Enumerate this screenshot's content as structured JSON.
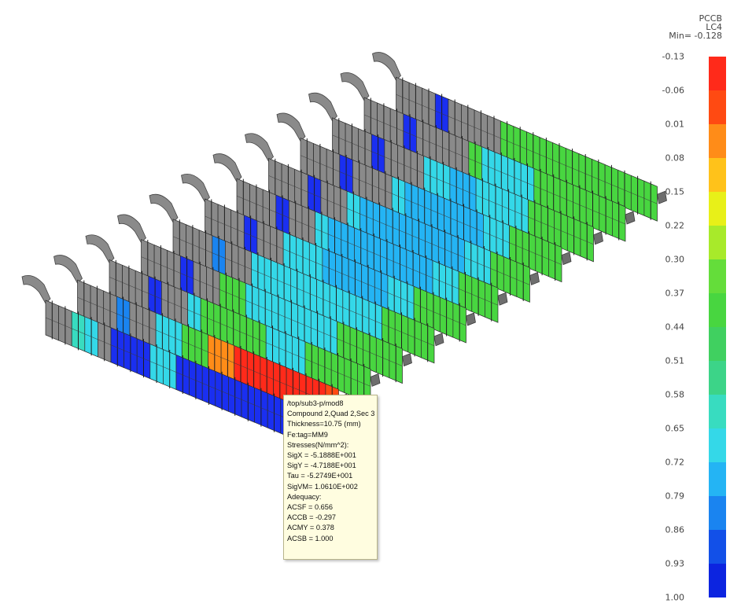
{
  "legend": {
    "title": "PCCB",
    "subtitle": "LC4",
    "min_text": "Min= -0.128",
    "ticks": [
      "-0.13",
      "-0.06",
      "0.01",
      "0.08",
      "0.15",
      "0.22",
      "0.30",
      "0.37",
      "0.44",
      "0.51",
      "0.58",
      "0.65",
      "0.72",
      "0.79",
      "0.86",
      "0.93",
      "1.00"
    ],
    "colors": [
      "#ff2a1a",
      "#ff4a12",
      "#ff8c18",
      "#ffc21a",
      "#e8f018",
      "#a8ea2a",
      "#64dd3a",
      "#48d640",
      "#40d060",
      "#3cd488",
      "#38dcc0",
      "#34d8e8",
      "#24b4f4",
      "#1a84f0",
      "#1250e8",
      "#0c24e0"
    ]
  },
  "tooltip": {
    "lines": [
      "/top/sub3-p/mod8",
      "Compound 2,Quad 2,Sec 3",
      "Thickness=10.75 (mm)",
      "Fe:tag=MM9",
      "Stresses(N/mm^2):",
      "SigX = -5.1888E+001",
      "SigY = -4.7188E+001",
      "Tau = -5.2749E+001",
      "SigVM= 1.0610E+002",
      "Adequacy:",
      "ACSF = 0.656",
      "ACCB = -0.297",
      "ACMY = 0.378",
      "ACSB = 1.000"
    ]
  },
  "model": {
    "gray_color": "#8a8a8a",
    "strips": [
      [
        "#8a8a8a",
        "#8a8a8a",
        "#38dcc0",
        "#34d8e8",
        "#8a8a8a",
        "#1a2ff0",
        "#1a2ff0",
        "#1a2ff0",
        "#34d8e8",
        "#34d8e8",
        "#1a2ff0",
        "#1a2ff0",
        "#1a2ff0",
        "#1a2ff0",
        "#1a2ff0",
        "#1a2ff0",
        "#1a2ff0",
        "#1a2ff0",
        "#1a2ff0",
        "#1a2ff0"
      ],
      [
        "#8a8a8a",
        "#8a8a8a",
        "#8a8a8a",
        "#1a84f0",
        "#8a8a8a",
        "#8a8a8a",
        "#34d8e8",
        "#34d8e8",
        "#48d640",
        "#48d640",
        "#ff8c18",
        "#ff8c18",
        "#ff2a1a",
        "#ff2a1a",
        "#ff2a1a",
        "#ff2a1a",
        "#ff2a1a",
        "#ff2a1a",
        "#ff2a1a",
        "#ff4a12"
      ],
      [
        "#8a8a8a",
        "#8a8a8a",
        "#8a8a8a",
        "#1a2ff0",
        "#8a8a8a",
        "#8a8a8a",
        "#34d8e8",
        "#48d640",
        "#48d640",
        "#48d640",
        "#48d640",
        "#48d640",
        "#34d8e8",
        "#34d8e8",
        "#34d8e8",
        "#48d640",
        "#48d640",
        "#48d640",
        "#48d640",
        "#48d640"
      ],
      [
        "#8a8a8a",
        "#8a8a8a",
        "#8a8a8a",
        "#1a2ff0",
        "#8a8a8a",
        "#8a8a8a",
        "#48d640",
        "#48d640",
        "#34d8e8",
        "#34d8e8",
        "#34d8e8",
        "#34d8e8",
        "#34d8e8",
        "#34d8e8",
        "#34d8e8",
        "#48d640",
        "#48d640",
        "#48d640",
        "#48d640",
        "#48d640"
      ],
      [
        "#8a8a8a",
        "#8a8a8a",
        "#8a8a8a",
        "#1a84f0",
        "#8a8a8a",
        "#8a8a8a",
        "#34d8e8",
        "#34d8e8",
        "#34d8e8",
        "#34d8e8",
        "#34d8e8",
        "#34d8e8",
        "#34d8e8",
        "#34d8e8",
        "#34d8e8",
        "#34d8e8",
        "#48d640",
        "#48d640",
        "#48d640",
        "#48d640"
      ],
      [
        "#8a8a8a",
        "#8a8a8a",
        "#8a8a8a",
        "#1a2ff0",
        "#8a8a8a",
        "#8a8a8a",
        "#34d8e8",
        "#34d8e8",
        "#34d8e8",
        "#24b4f4",
        "#24b4f4",
        "#24b4f4",
        "#24b4f4",
        "#24b4f4",
        "#34d8e8",
        "#34d8e8",
        "#48d640",
        "#48d640",
        "#48d640",
        "#48d640"
      ],
      [
        "#8a8a8a",
        "#8a8a8a",
        "#8a8a8a",
        "#1a2ff0",
        "#8a8a8a",
        "#8a8a8a",
        "#34d8e8",
        "#24b4f4",
        "#24b4f4",
        "#24b4f4",
        "#24b4f4",
        "#24b4f4",
        "#24b4f4",
        "#24b4f4",
        "#24b4f4",
        "#34d8e8",
        "#34d8e8",
        "#48d640",
        "#48d640",
        "#48d640"
      ],
      [
        "#8a8a8a",
        "#8a8a8a",
        "#8a8a8a",
        "#1a2ff0",
        "#8a8a8a",
        "#8a8a8a",
        "#34d8e8",
        "#24b4f4",
        "#24b4f4",
        "#24b4f4",
        "#24b4f4",
        "#24b4f4",
        "#24b4f4",
        "#24b4f4",
        "#24b4f4",
        "#34d8e8",
        "#34d8e8",
        "#48d640",
        "#48d640",
        "#48d640"
      ],
      [
        "#8a8a8a",
        "#8a8a8a",
        "#8a8a8a",
        "#1a2ff0",
        "#8a8a8a",
        "#8a8a8a",
        "#8a8a8a",
        "#34d8e8",
        "#24b4f4",
        "#24b4f4",
        "#24b4f4",
        "#24b4f4",
        "#24b4f4",
        "#24b4f4",
        "#34d8e8",
        "#34d8e8",
        "#48d640",
        "#48d640",
        "#48d640",
        "#48d640"
      ],
      [
        "#8a8a8a",
        "#8a8a8a",
        "#8a8a8a",
        "#1a2ff0",
        "#8a8a8a",
        "#8a8a8a",
        "#8a8a8a",
        "#34d8e8",
        "#34d8e8",
        "#24b4f4",
        "#24b4f4",
        "#34d8e8",
        "#34d8e8",
        "#34d8e8",
        "#34d8e8",
        "#48d640",
        "#48d640",
        "#48d640",
        "#48d640",
        "#48d640"
      ],
      [
        "#8a8a8a",
        "#8a8a8a",
        "#8a8a8a",
        "#1a2ff0",
        "#8a8a8a",
        "#8a8a8a",
        "#8a8a8a",
        "#8a8a8a",
        "#48d640",
        "#34d8e8",
        "#34d8e8",
        "#34d8e8",
        "#34d8e8",
        "#48d640",
        "#48d640",
        "#48d640",
        "#48d640",
        "#48d640",
        "#48d640",
        "#48d640"
      ],
      [
        "#8a8a8a",
        "#8a8a8a",
        "#8a8a8a",
        "#1a2ff0",
        "#8a8a8a",
        "#8a8a8a",
        "#8a8a8a",
        "#8a8a8a",
        "#48d640",
        "#48d640",
        "#48d640",
        "#48d640",
        "#48d640",
        "#48d640",
        "#48d640",
        "#48d640",
        "#48d640",
        "#48d640",
        "#48d640",
        "#48d640"
      ]
    ]
  }
}
